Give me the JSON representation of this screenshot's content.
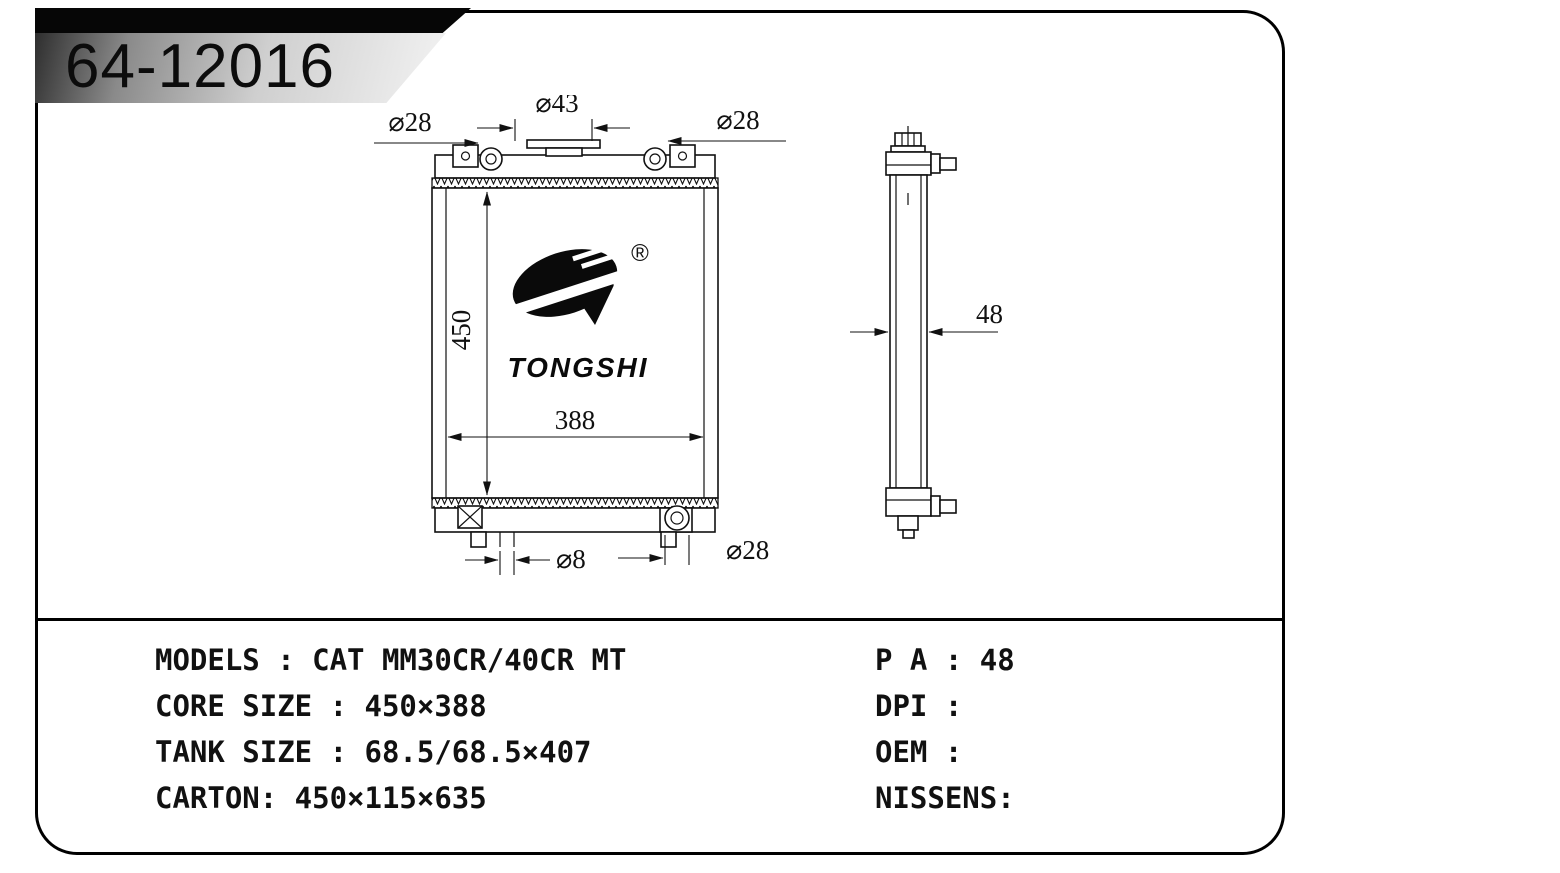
{
  "header": {
    "part_number": "64-12016"
  },
  "logo": {
    "brand": "TONGSHI",
    "registered": "®"
  },
  "drawing": {
    "dim_top_left_port": "⌀28",
    "dim_filler_cap": "⌀43",
    "dim_top_right_port": "⌀28",
    "dim_core_height": "450",
    "dim_core_width": "388",
    "dim_drain": "⌀8",
    "dim_bottom_right_port": "⌀28",
    "dim_side_thickness": "48"
  },
  "specs": {
    "left": [
      "MODELS : CAT MM30CR/40CR MT",
      "CORE SIZE : 450×388",
      "TANK SIZE : 68.5/68.5×407",
      "CARTON: 450×115×635"
    ],
    "right": [
      "P A : 48",
      "DPI :",
      "OEM :",
      "NISSENS:"
    ]
  }
}
